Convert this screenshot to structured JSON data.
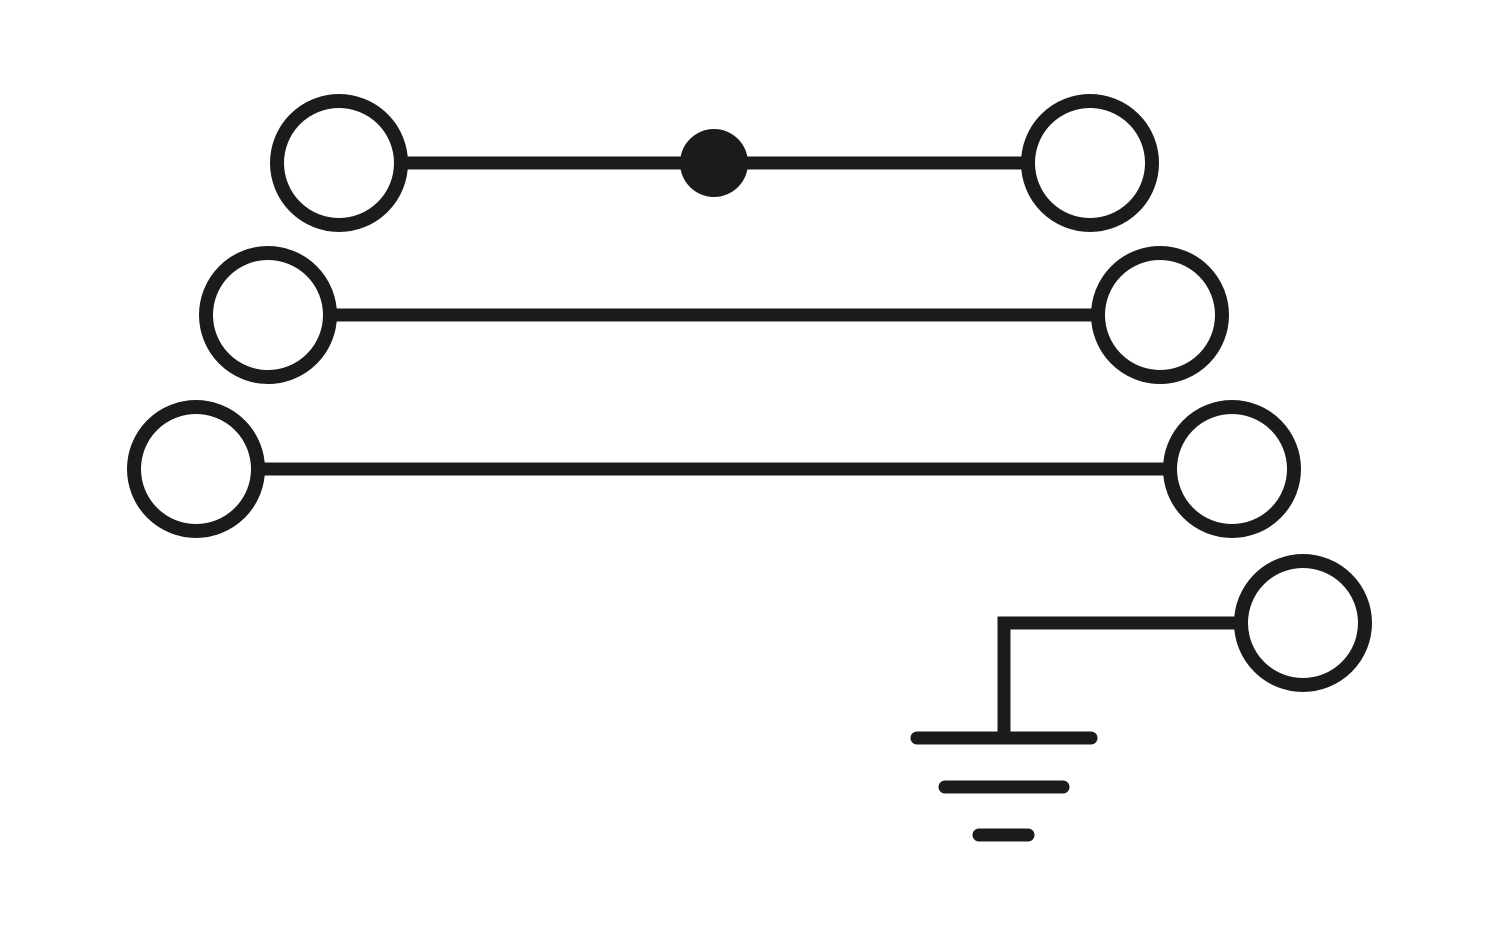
{
  "diagram": {
    "kind": "terminal-block-schematic",
    "colors": {
      "stroke": "#1c1a1a",
      "background": "#ffffff"
    },
    "levels": [
      {
        "id": "level-1",
        "terminals": 2,
        "junction_dot": true
      },
      {
        "id": "level-2",
        "terminals": 2,
        "junction_dot": false
      },
      {
        "id": "level-3",
        "terminals": 2,
        "junction_dot": false
      }
    ],
    "ground": {
      "terminals": 1,
      "symbol": "ground-icon",
      "bars": 3
    }
  }
}
